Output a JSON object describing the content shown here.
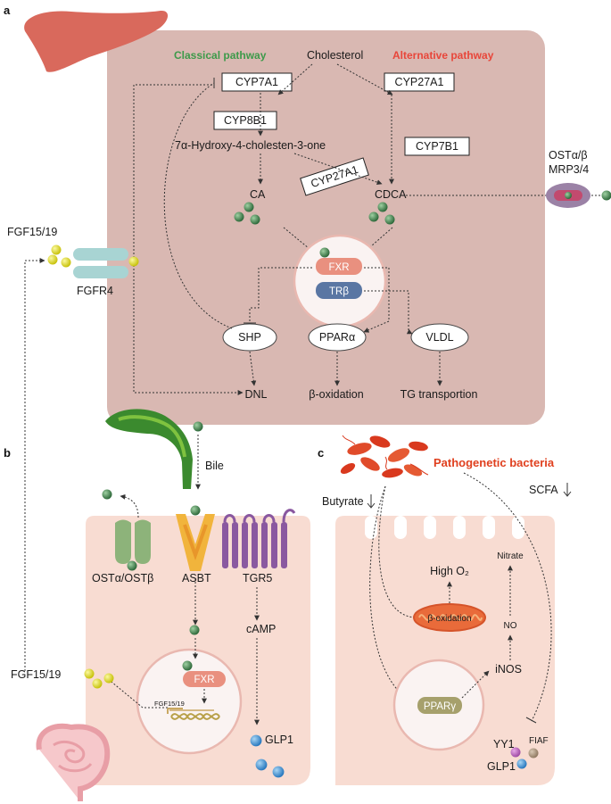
{
  "panels": {
    "a": "a",
    "b": "b",
    "c": "c"
  },
  "panel_a": {
    "classical_pathway": "Classical pathway",
    "alternative_pathway": "Alternative pathway",
    "cholesterol": "Cholesterol",
    "enzymes": {
      "cyp7a1": "CYP7A1",
      "cyp8b1": "CYP8B1",
      "cyp27a1_top": "CYP27A1",
      "cyp7b1": "CYP7B1",
      "cyp27a1_mid": "CYP27A1"
    },
    "intermediate": "7α-Hydroxy-4-cholesten-3-one",
    "ca": "CA",
    "cdca": "CDCA",
    "ost_line1": "OSTα/β",
    "ost_line2": "MRP3/4",
    "fxr": "FXR",
    "trb": "TRβ",
    "shp": "SHP",
    "ppara": "PPARα",
    "vldl": "VLDL",
    "dnl": "DNL",
    "boxidation": "β-oxidation",
    "tg": "TG transportion",
    "fgf1519": "FGF15/19",
    "fgfr4": "FGFR4"
  },
  "panel_b": {
    "bile": "Bile",
    "ost": "OSTα/OSTβ",
    "asbt": "ASBT",
    "tgr5": "TGR5",
    "camp": "cAMP",
    "glp1": "GLP1",
    "fxr": "FXR",
    "fgf_gene": "FGF15/19",
    "fgf1519": "FGF15/19"
  },
  "panel_c": {
    "bacteria": "Pathogenetic bacteria",
    "butyrate": "Butyrate",
    "scfa": "SCFA",
    "high_o2": "High O₂",
    "nitrate": "Nitrate",
    "no": "NO",
    "boxidation": "β-oxidation",
    "inos": "iNOS",
    "ppary": "PPARγ",
    "yy1": "YY1",
    "fiaf": "FIAF",
    "glp1": "GLP1"
  },
  "colors": {
    "hepatocyte": "#d9b8b2",
    "liver": "#d9695c",
    "intestine": "#f8dcd2",
    "bile_acid": "#3e7a49",
    "fgf": "#d8d31c",
    "glp1": "#3b8ed0",
    "fxr": "#e9907f",
    "trb": "#5a76a3",
    "ppary": "#a6a06c",
    "classical": "#3d9a4a",
    "alternative": "#e8463a"
  }
}
